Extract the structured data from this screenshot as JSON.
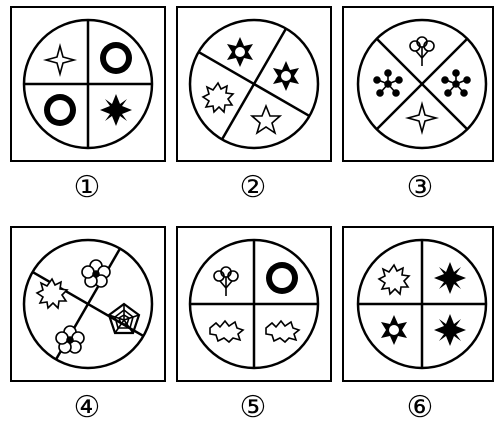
{
  "puzzle": {
    "panels": [
      {
        "label": "①",
        "icons": [
          "four-point-star-icon",
          "sunburst-icon",
          "sunburst-icon",
          "eight-point-star-icon"
        ]
      },
      {
        "label": "②",
        "icons": [
          "spiky-flower-icon",
          "spiky-flower-icon",
          "jagged-burst-icon",
          "outline-star-icon"
        ]
      },
      {
        "label": "③",
        "icons": [
          "triple-flower-icon",
          "dot-cluster-icon",
          "dot-cluster-icon",
          "four-point-star-icon"
        ]
      },
      {
        "label": "④",
        "icons": [
          "flower-icon",
          "jagged-burst-icon",
          "spiderweb-pentagon-icon",
          "flower-icon"
        ]
      },
      {
        "label": "⑤",
        "icons": [
          "triple-flower-icon",
          "sunburst-icon",
          "cloud-burst-icon",
          "cloud-burst-icon"
        ]
      },
      {
        "label": "⑥",
        "icons": [
          "jagged-burst-icon",
          "eight-point-star-icon",
          "spiky-flower-icon",
          "eight-point-star-icon"
        ]
      }
    ]
  }
}
